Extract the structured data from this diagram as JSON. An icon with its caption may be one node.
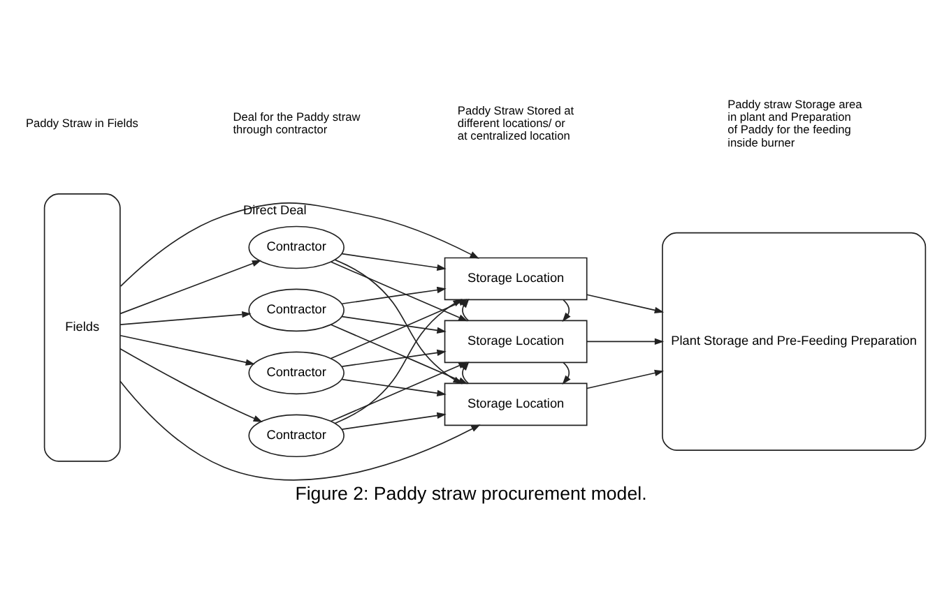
{
  "diagram": {
    "caption": "Figure 2: Paddy straw procurement model.",
    "nodes": [
      {
        "text": [
          "Fields"
        ]
      },
      {
        "text": [
          "Contractor"
        ]
      },
      {
        "text": [
          "Contractor"
        ]
      },
      {
        "text": [
          "Contractor"
        ]
      },
      {
        "text": [
          "Contractor"
        ]
      },
      {
        "text": [
          "Storage Location"
        ]
      },
      {
        "text": [
          "Storage Location"
        ]
      },
      {
        "text": [
          "Storage Location"
        ]
      },
      {
        "text": [
          "Plant Storage and Pre-Feeding Preparation"
        ]
      }
    ],
    "edges": [
      {
        "from": 0,
        "to": 5,
        "arrow": "to",
        "label": "Direct Deal"
      },
      {
        "from": 0,
        "to": 1,
        "arrow": "to"
      },
      {
        "from": 0,
        "to": 2,
        "arrow": "to"
      },
      {
        "from": 0,
        "to": 3,
        "arrow": "to"
      },
      {
        "from": 0,
        "to": 4,
        "arrow": "to"
      },
      {
        "from": 0,
        "to": 7,
        "arrow": "to"
      },
      {
        "from": 1,
        "to": 5,
        "arrow": "to"
      },
      {
        "from": 1,
        "to": 6,
        "arrow": "to"
      },
      {
        "from": 1,
        "to": 7,
        "arrow": "to"
      },
      {
        "from": 2,
        "to": 5,
        "arrow": "to"
      },
      {
        "from": 2,
        "to": 6,
        "arrow": "to"
      },
      {
        "from": 2,
        "to": 7,
        "arrow": "to"
      },
      {
        "from": 3,
        "to": 5,
        "arrow": "to"
      },
      {
        "from": 3,
        "to": 6,
        "arrow": "to"
      },
      {
        "from": 3,
        "to": 7,
        "arrow": "to"
      },
      {
        "from": 4,
        "to": 5,
        "arrow": "to"
      },
      {
        "from": 4,
        "to": 6,
        "arrow": "to"
      },
      {
        "from": 4,
        "to": 7,
        "arrow": "to"
      },
      {
        "from": 5,
        "to": 6,
        "arrow": "to"
      },
      {
        "from": 6,
        "to": 5,
        "arrow": "to"
      },
      {
        "from": 6,
        "to": 7,
        "arrow": "to"
      },
      {
        "from": 7,
        "to": 6,
        "arrow": "to"
      },
      {
        "from": 5,
        "to": 8,
        "arrow": "to"
      },
      {
        "from": 6,
        "to": 8,
        "arrow": "to"
      },
      {
        "from": 7,
        "to": 8,
        "arrow": "to"
      }
    ],
    "labels": [
      "Paddy Straw in Fields",
      "Deal for the Paddy straw through contractor",
      "Paddy Straw Stored at different locations/ or at centralized location",
      "Paddy straw Storage area in plant and Preparation of Paddy for the feeding inside burner"
    ]
  }
}
